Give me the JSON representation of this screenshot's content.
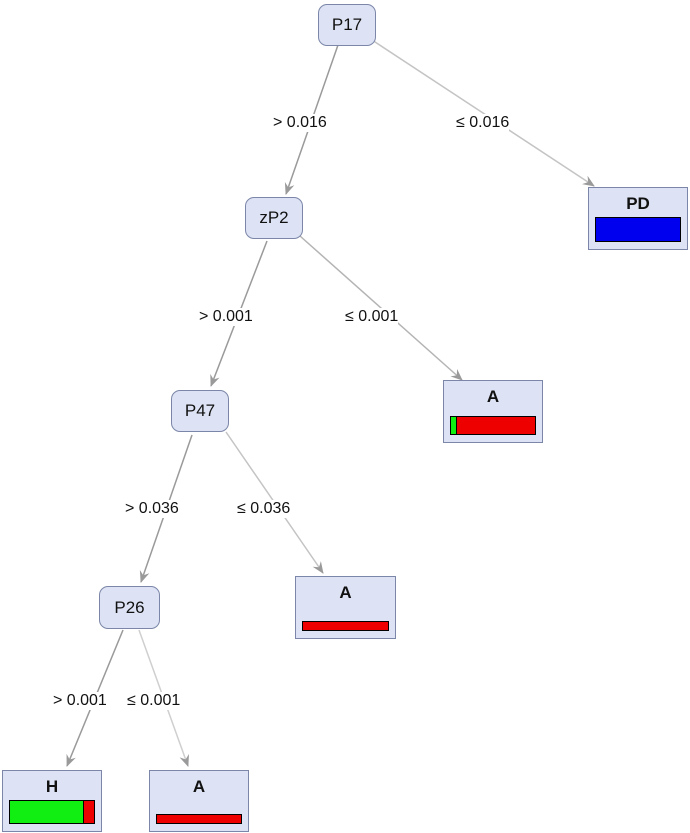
{
  "colors": {
    "node_fill": "#dde3f4",
    "node_border": "#7b86a8",
    "edge": "#9a9a9a",
    "class_PD": "#0000ee",
    "class_A": "#ee0000",
    "class_H": "#11ee11"
  },
  "nodes": {
    "p17": {
      "label": "P17"
    },
    "zp2": {
      "label": "zP2"
    },
    "p47": {
      "label": "P47"
    },
    "p26": {
      "label": "P26"
    }
  },
  "leaves": {
    "pd": {
      "label": "PD",
      "distribution": [
        {
          "class": "PD",
          "fraction": 1.0,
          "color": "#0000ee"
        }
      ]
    },
    "a1": {
      "label": "A",
      "distribution": [
        {
          "class": "H",
          "fraction": 0.06,
          "color": "#11ee11"
        },
        {
          "class": "A",
          "fraction": 0.94,
          "color": "#ee0000"
        }
      ]
    },
    "a2": {
      "label": "A",
      "distribution": [
        {
          "class": "A",
          "fraction": 1.0,
          "color": "#ee0000"
        }
      ]
    },
    "h": {
      "label": "H",
      "distribution": [
        {
          "class": "H",
          "fraction": 0.88,
          "color": "#11ee11"
        },
        {
          "class": "A",
          "fraction": 0.12,
          "color": "#ee0000"
        }
      ]
    },
    "a3": {
      "label": "A",
      "distribution": [
        {
          "class": "A",
          "fraction": 1.0,
          "color": "#ee0000"
        }
      ]
    }
  },
  "edges": {
    "p17_zp2": "> 0.016",
    "p17_pd": "≤ 0.016",
    "zp2_p47": "> 0.001",
    "zp2_a1": "≤ 0.001",
    "p47_p26": "> 0.036",
    "p47_a2": "≤ 0.036",
    "p26_h": "> 0.001",
    "p26_a3": "≤ 0.001"
  }
}
